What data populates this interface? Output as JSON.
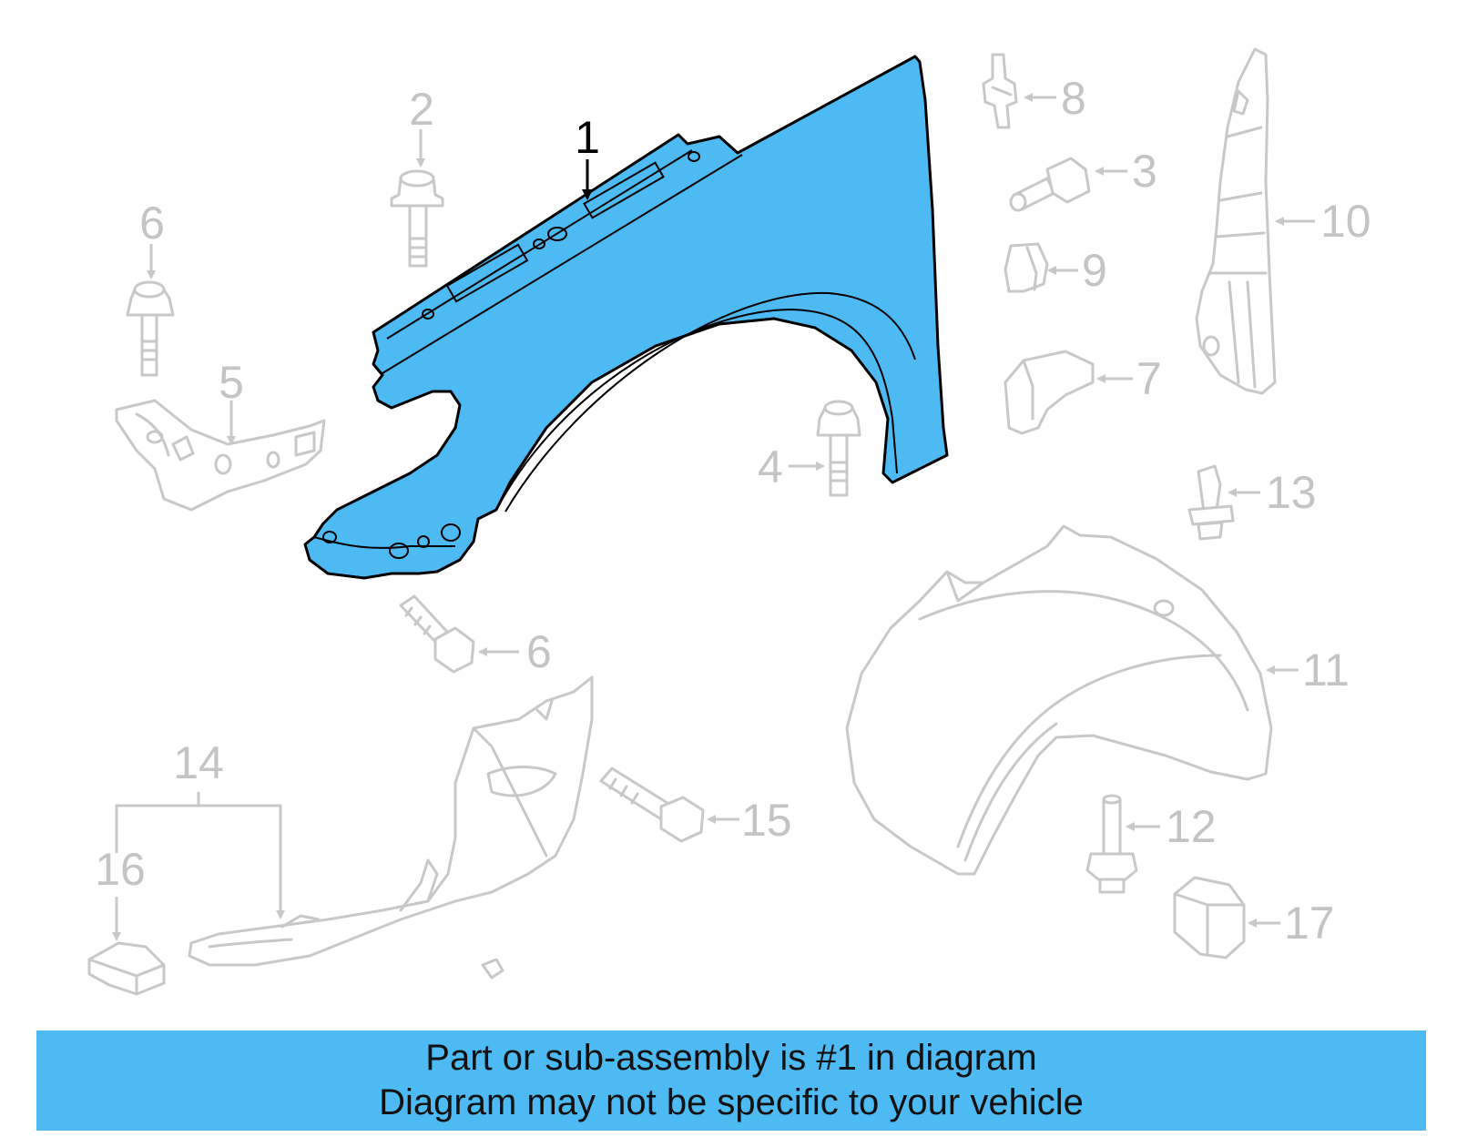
{
  "diagram": {
    "accent_color": "#4dbaf4",
    "highlighted_part": "1",
    "callouts": {
      "c1": "1",
      "c2": "2",
      "c3": "3",
      "c4": "4",
      "c5": "5",
      "c6a": "6",
      "c6b": "6",
      "c7": "7",
      "c8": "8",
      "c9": "9",
      "c10": "10",
      "c11": "11",
      "c12": "12",
      "c13": "13",
      "c14": "14",
      "c15": "15",
      "c16": "16",
      "c17": "17"
    }
  },
  "banner": {
    "line1": "Part or sub-assembly is #1 in diagram",
    "line2": "Diagram may not be specific to your vehicle"
  }
}
